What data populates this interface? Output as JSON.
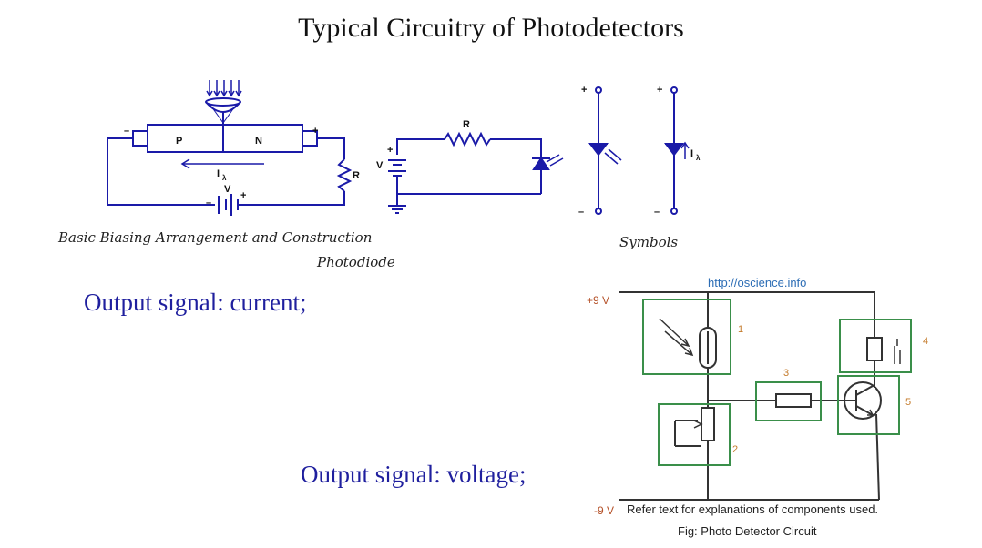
{
  "title": "Typical Circuitry of Photodetectors",
  "captions": {
    "biasing": "Basic Biasing Arrangement and Construction",
    "photodiode": "Photodiode",
    "symbols": "Symbols"
  },
  "outputs": {
    "current": "Output signal: current;",
    "voltage": "Output signal: voltage;"
  },
  "circuit": {
    "url": "http://oscience.info",
    "plus_supply": "+9 V",
    "minus_supply": "-9 V",
    "refer_text": "Refer text for explanations of components used.",
    "figure_caption": "Fig: Photo Detector Circuit",
    "component_numbers": [
      "1",
      "2",
      "3",
      "4",
      "5"
    ]
  },
  "schematic_labels": {
    "p_region": "P",
    "n_region": "N",
    "minus": "–",
    "plus": "+",
    "resistor": "R",
    "voltage": "V",
    "current": "I",
    "current_sub": "λ"
  },
  "colors": {
    "schematic_blue": "#1a1aa8",
    "output_text_blue": "#1f1f9e",
    "box_green": "#3a8f4a",
    "supply_label": "#b5522a",
    "component_number": "#c47a2a",
    "url_link": "#2c6db5"
  }
}
